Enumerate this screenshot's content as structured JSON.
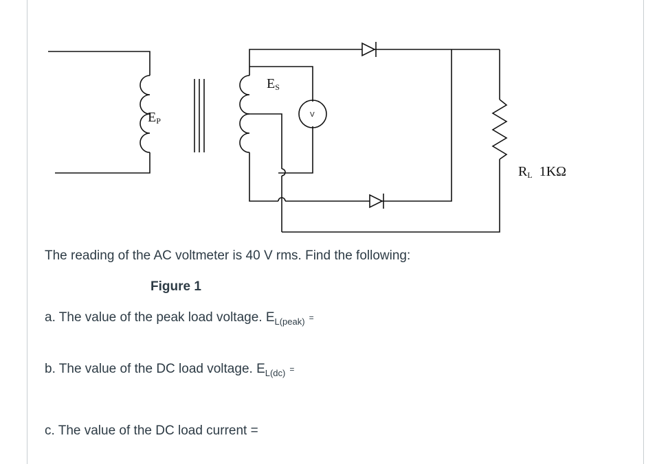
{
  "diagram": {
    "primary_label": "E",
    "primary_sub": "P",
    "secondary_label": "E",
    "secondary_sub": "S",
    "voltmeter_label": "V",
    "load_label": "R",
    "load_sub": "L",
    "load_value": "1KΩ"
  },
  "prompt": "The reading of the AC voltmeter is 40 V rms. Find the following:",
  "figure_caption": "Figure 1",
  "questions": [
    {
      "prefix": "a. The value of the peak load voltage. E",
      "sub": "L(peak)",
      "suffix": "="
    },
    {
      "prefix": "b. The value of the DC load voltage. E",
      "sub": "L(dc)",
      "suffix": "="
    },
    {
      "prefix": "c. The value of the DC load current =",
      "sub": "",
      "suffix": ""
    }
  ],
  "colors": {
    "wire": "#111111",
    "text": "#2d3b45"
  }
}
